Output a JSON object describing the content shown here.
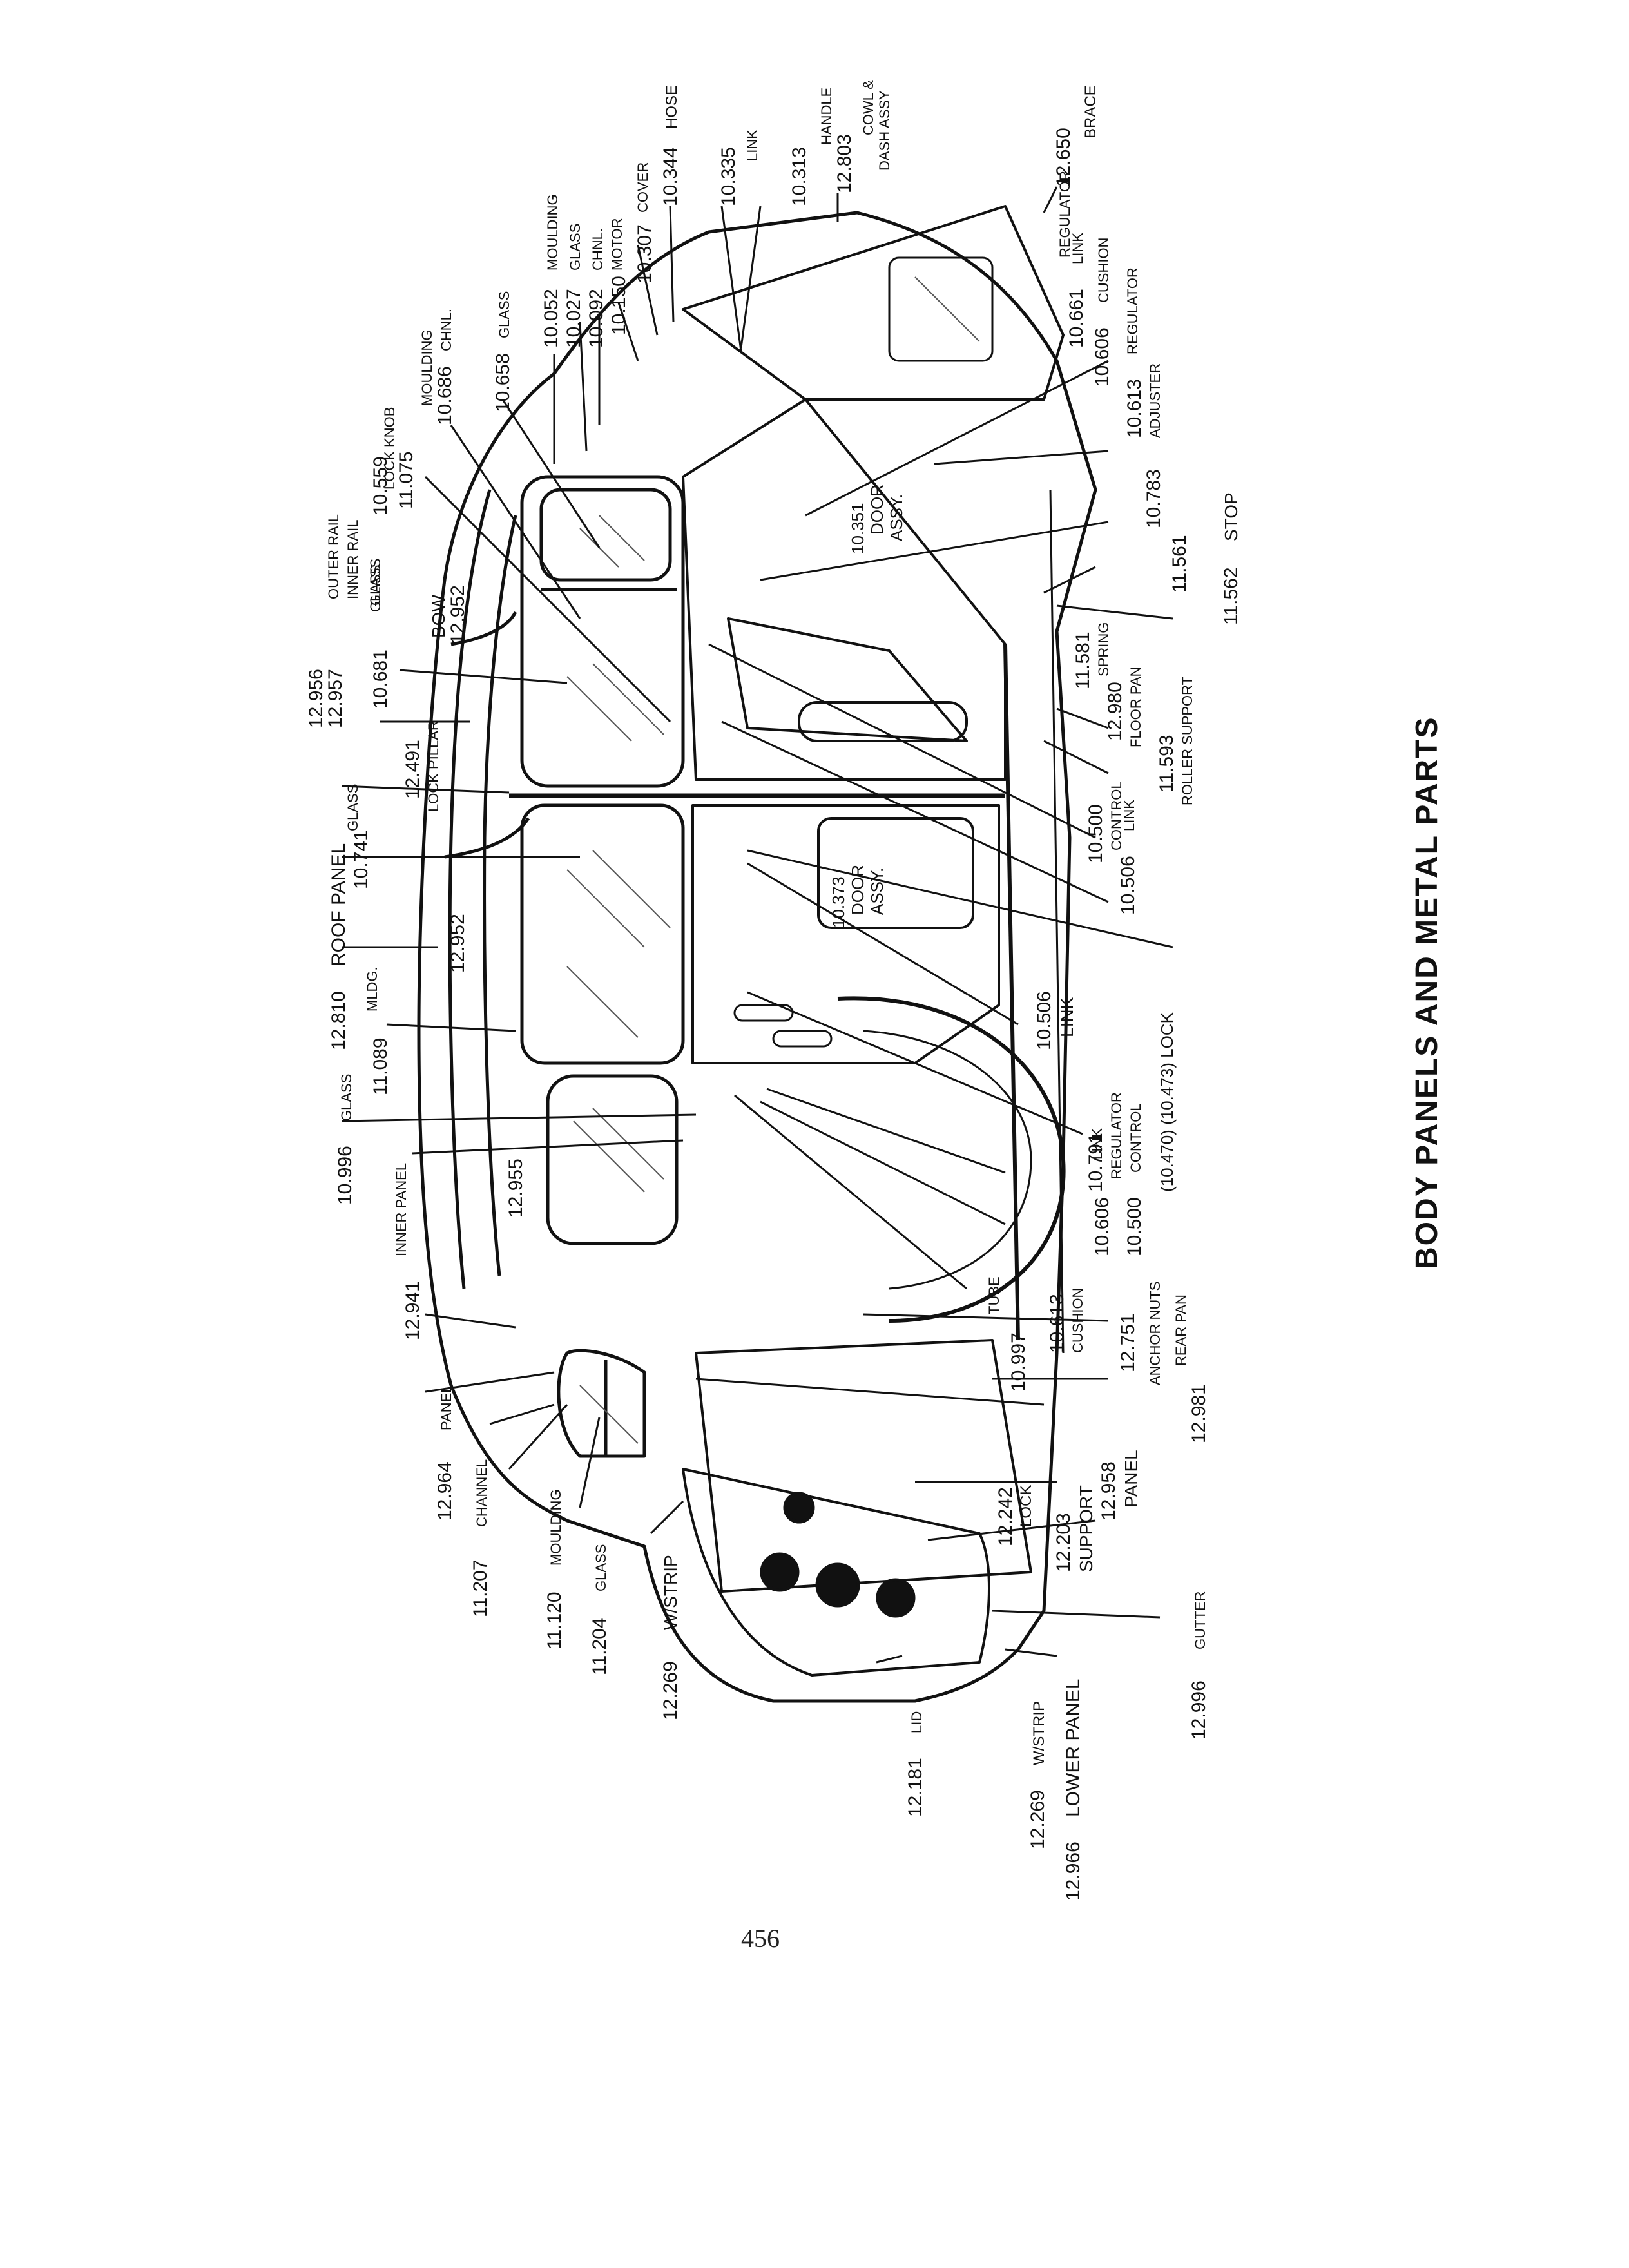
{
  "page": {
    "title": "BODY PANELS AND METAL PARTS",
    "page_number": "456"
  },
  "labels": [
    {
      "code": "12.650",
      "text": "BRACE"
    },
    {
      "code": "12.803",
      "text": "COWL & DASH ASSY"
    },
    {
      "code": "10.313",
      "text": "HANDLE"
    },
    {
      "code": "10.335",
      "text": "LINK"
    },
    {
      "code": "10.344",
      "text": "HOSE"
    },
    {
      "code": "10.307",
      "text": "COVER"
    },
    {
      "code": "10.150",
      "text": "MOTOR"
    },
    {
      "code": "10.092",
      "text": "CHNL."
    },
    {
      "code": "10.027",
      "text": "GLASS"
    },
    {
      "code": "10.052",
      "text": "MOULDING"
    },
    {
      "code": "10.658",
      "text": "GLASS"
    },
    {
      "code": "10.686",
      "text": "CHNL."
    },
    {
      "code": "10.686-m",
      "text": "MOULDING"
    },
    {
      "code": "11.075",
      "text": "LOCK KNOB"
    },
    {
      "code": "10.559",
      "text": "GLASS"
    },
    {
      "code": "12.952",
      "text": "BOW"
    },
    {
      "code": "12.956",
      "text": "OUTER RAIL"
    },
    {
      "code": "12.957",
      "text": "INNER RAIL"
    },
    {
      "code": "10.681",
      "text": "GLASS"
    },
    {
      "code": "12.491",
      "text": "LOCK PILLAR"
    },
    {
      "code": "10.741",
      "text": "GLASS"
    },
    {
      "code": "12.810",
      "text": "ROOF PANEL"
    },
    {
      "code": "12.952b",
      "text": ""
    },
    {
      "code": "11.089",
      "text": "MLDG."
    },
    {
      "code": "10.996",
      "text": "GLASS"
    },
    {
      "code": "12.955",
      "text": ""
    },
    {
      "code": "12.941",
      "text": "INNER PANEL"
    },
    {
      "code": "12.964",
      "text": "PANEL"
    },
    {
      "code": "11.207",
      "text": "CHANNEL"
    },
    {
      "code": "11.120",
      "text": "MOULDING"
    },
    {
      "code": "11.204",
      "text": "GLASS"
    },
    {
      "code": "12.269",
      "text": "W/STRIP"
    },
    {
      "code": "12.181",
      "text": "LID"
    },
    {
      "code": "12.269b",
      "text": "W/STRIP"
    },
    {
      "code": "12.966",
      "text": "LOWER PANEL"
    },
    {
      "code": "12.996",
      "text": "GUTTER"
    },
    {
      "code": "12.203",
      "text": "SUPPORT"
    },
    {
      "code": "12.242",
      "text": "LOCK"
    },
    {
      "code": "12.958",
      "text": "PANEL"
    },
    {
      "code": "12.981",
      "text": "REAR PAN"
    },
    {
      "code": "12.751",
      "text": "ANCHOR NUTS"
    },
    {
      "code": "10.997",
      "text": "TUBE"
    },
    {
      "code": "10.613",
      "text": "CUSHION"
    },
    {
      "code": "10.606",
      "text": "LINK"
    },
    {
      "code": "10.500",
      "text": "CONTROL"
    },
    {
      "code": "10.791",
      "text": "REGULATOR"
    },
    {
      "code": "10.506",
      "text": "LINK"
    },
    {
      "code": "10.470-10.473",
      "text": "(10.470) (10.473) LOCK"
    },
    {
      "code": "10.373",
      "text": "DOOR ASSY."
    },
    {
      "code": "10.506b",
      "text": "LINK"
    },
    {
      "code": "10.500b",
      "text": "CONTROL"
    },
    {
      "code": "11.593",
      "text": "ROLLER SUPPORT"
    },
    {
      "code": "12.980",
      "text": "FLOOR PAN"
    },
    {
      "code": "11.581",
      "text": "SPRING"
    },
    {
      "code": "11.562",
      "text": "STOP"
    },
    {
      "code": "11.561",
      "text": ""
    },
    {
      "code": "10.783",
      "text": "ADJUSTER"
    },
    {
      "code": "10.351",
      "text": "DOOR ASSY."
    },
    {
      "code": "10.613b",
      "text": "REGULATOR"
    },
    {
      "code": "10.606b",
      "text": "CUSHION"
    },
    {
      "code": "10.661",
      "text": "LINK"
    },
    {
      "code": "10.661b",
      "text": "REGULATOR"
    }
  ],
  "display": {
    "l_12650_code": "12.650",
    "l_12650_text": "BRACE",
    "l_12803_code": "12.803",
    "l_12803_text_1": "COWL &",
    "l_12803_text_2": "DASH ASSY",
    "l_10313_code": "10.313",
    "l_10313_text": "HANDLE",
    "l_10335_code": "10.335",
    "l_10335_text": "LINK",
    "l_10344_code": "10.344",
    "l_10344_text": "HOSE",
    "l_10307_code": "10.307",
    "l_10307_text": "COVER",
    "l_10150_code": "10.150",
    "l_10150_text": "MOTOR",
    "l_10092_code": "10.092",
    "l_10092_text": "CHNL.",
    "l_10027_code": "10.027",
    "l_10027_text": "GLASS",
    "l_10052_code": "10.052",
    "l_10052_text": "MOULDING",
    "l_10658_code": "10.658",
    "l_10658_text": "GLASS",
    "l_10686_code": "10.686",
    "l_10686_text": "CHNL.",
    "l_10686_text2": "MOULDING",
    "l_11075_code": "11.075",
    "l_11075_text": "LOCK KNOB",
    "l_10559_code": "10.559",
    "l_10559_text": "GLASS",
    "l_12952_code": "12.952",
    "l_12952_text": "BOW",
    "l_12956_code": "12.956",
    "l_12956_text": "OUTER RAIL",
    "l_12957_code": "12.957",
    "l_12957_text": "INNER RAIL",
    "l_10681_code": "10.681",
    "l_10681_text": "GLASS",
    "l_12491_code": "12.491",
    "l_12491_text": "LOCK PILLAR",
    "l_10741_code": "10.741",
    "l_10741_text": "GLASS",
    "l_12810_code": "12.810",
    "l_12810_text": "ROOF PANEL",
    "l_12952b_code": "12.952",
    "l_11089_code": "11.089",
    "l_11089_text": "MLDG.",
    "l_10996_code": "10.996",
    "l_10996_text": "GLASS",
    "l_12955_code": "12.955",
    "l_12941_code": "12.941",
    "l_12941_text": "INNER PANEL",
    "l_12964_code": "12.964",
    "l_12964_text": "PANEL",
    "l_11207_code": "11.207",
    "l_11207_text": "CHANNEL",
    "l_11120_code": "11.120",
    "l_11120_text": "MOULDING",
    "l_11204_code": "11.204",
    "l_11204_text": "GLASS",
    "l_12269_code": "12.269",
    "l_12269_text": "W/STRIP",
    "l_12181_code": "12.181",
    "l_12181_text": "LID",
    "l_12269b_code": "12.269",
    "l_12269b_text": "W/STRIP",
    "l_12966_code": "12.966",
    "l_12966_text": "LOWER PANEL",
    "l_12996_code": "12.996",
    "l_12996_text": "GUTTER",
    "l_12203_code": "12.203",
    "l_12203_text": "SUPPORT",
    "l_12242_code": "12.242",
    "l_12242_text": "LOCK",
    "l_12958_code": "12.958",
    "l_12958_text": "PANEL",
    "l_12981_code": "12.981",
    "l_12981_text": "REAR PAN",
    "l_12751_code": "12.751",
    "l_12751_text": "ANCHOR NUTS",
    "l_10997_code": "10.997",
    "l_10997_text": "TUBE",
    "l_10613_code": "10.613",
    "l_10613_text": "CUSHION",
    "l_10606_code": "10.606",
    "l_10606_text": "LINK",
    "l_10500_code": "10.500",
    "l_10500_text": "CONTROL",
    "l_10791_code": "10.791",
    "l_10791_text": "REGULATOR",
    "l_10506_code": "10.506",
    "l_10506_text": "LINK",
    "l_lock_text": "(10.470)  (10.473)  LOCK",
    "l_10373_code": "10.373",
    "l_10373_text_1": "DOOR",
    "l_10373_text_2": "ASSY.",
    "l_10506b_code": "10.506",
    "l_10506b_text": "LINK",
    "l_10500b_code": "10.500",
    "l_10500b_text": "CONTROL",
    "l_11593_code": "11.593",
    "l_11593_text": "ROLLER SUPPORT",
    "l_12980_code": "12.980",
    "l_12980_text": "FLOOR PAN",
    "l_11581_code": "11.581",
    "l_11581_text": "SPRING",
    "l_11562_code": "11.562",
    "l_11562_text": "STOP",
    "l_11561_code": "11.561",
    "l_10783_code": "10.783",
    "l_10783_text": "ADJUSTER",
    "l_10351_code": "10.351",
    "l_10351_text_1": "DOOR",
    "l_10351_text_2": "ASSY.",
    "l_10613b_code": "10.613",
    "l_10613b_text": "REGULATOR",
    "l_10606b_code": "10.606",
    "l_10606b_text": "CUSHION",
    "l_10661_code": "10.661",
    "l_10661_text": "LINK",
    "l_10661_reg": "REGULATOR"
  }
}
